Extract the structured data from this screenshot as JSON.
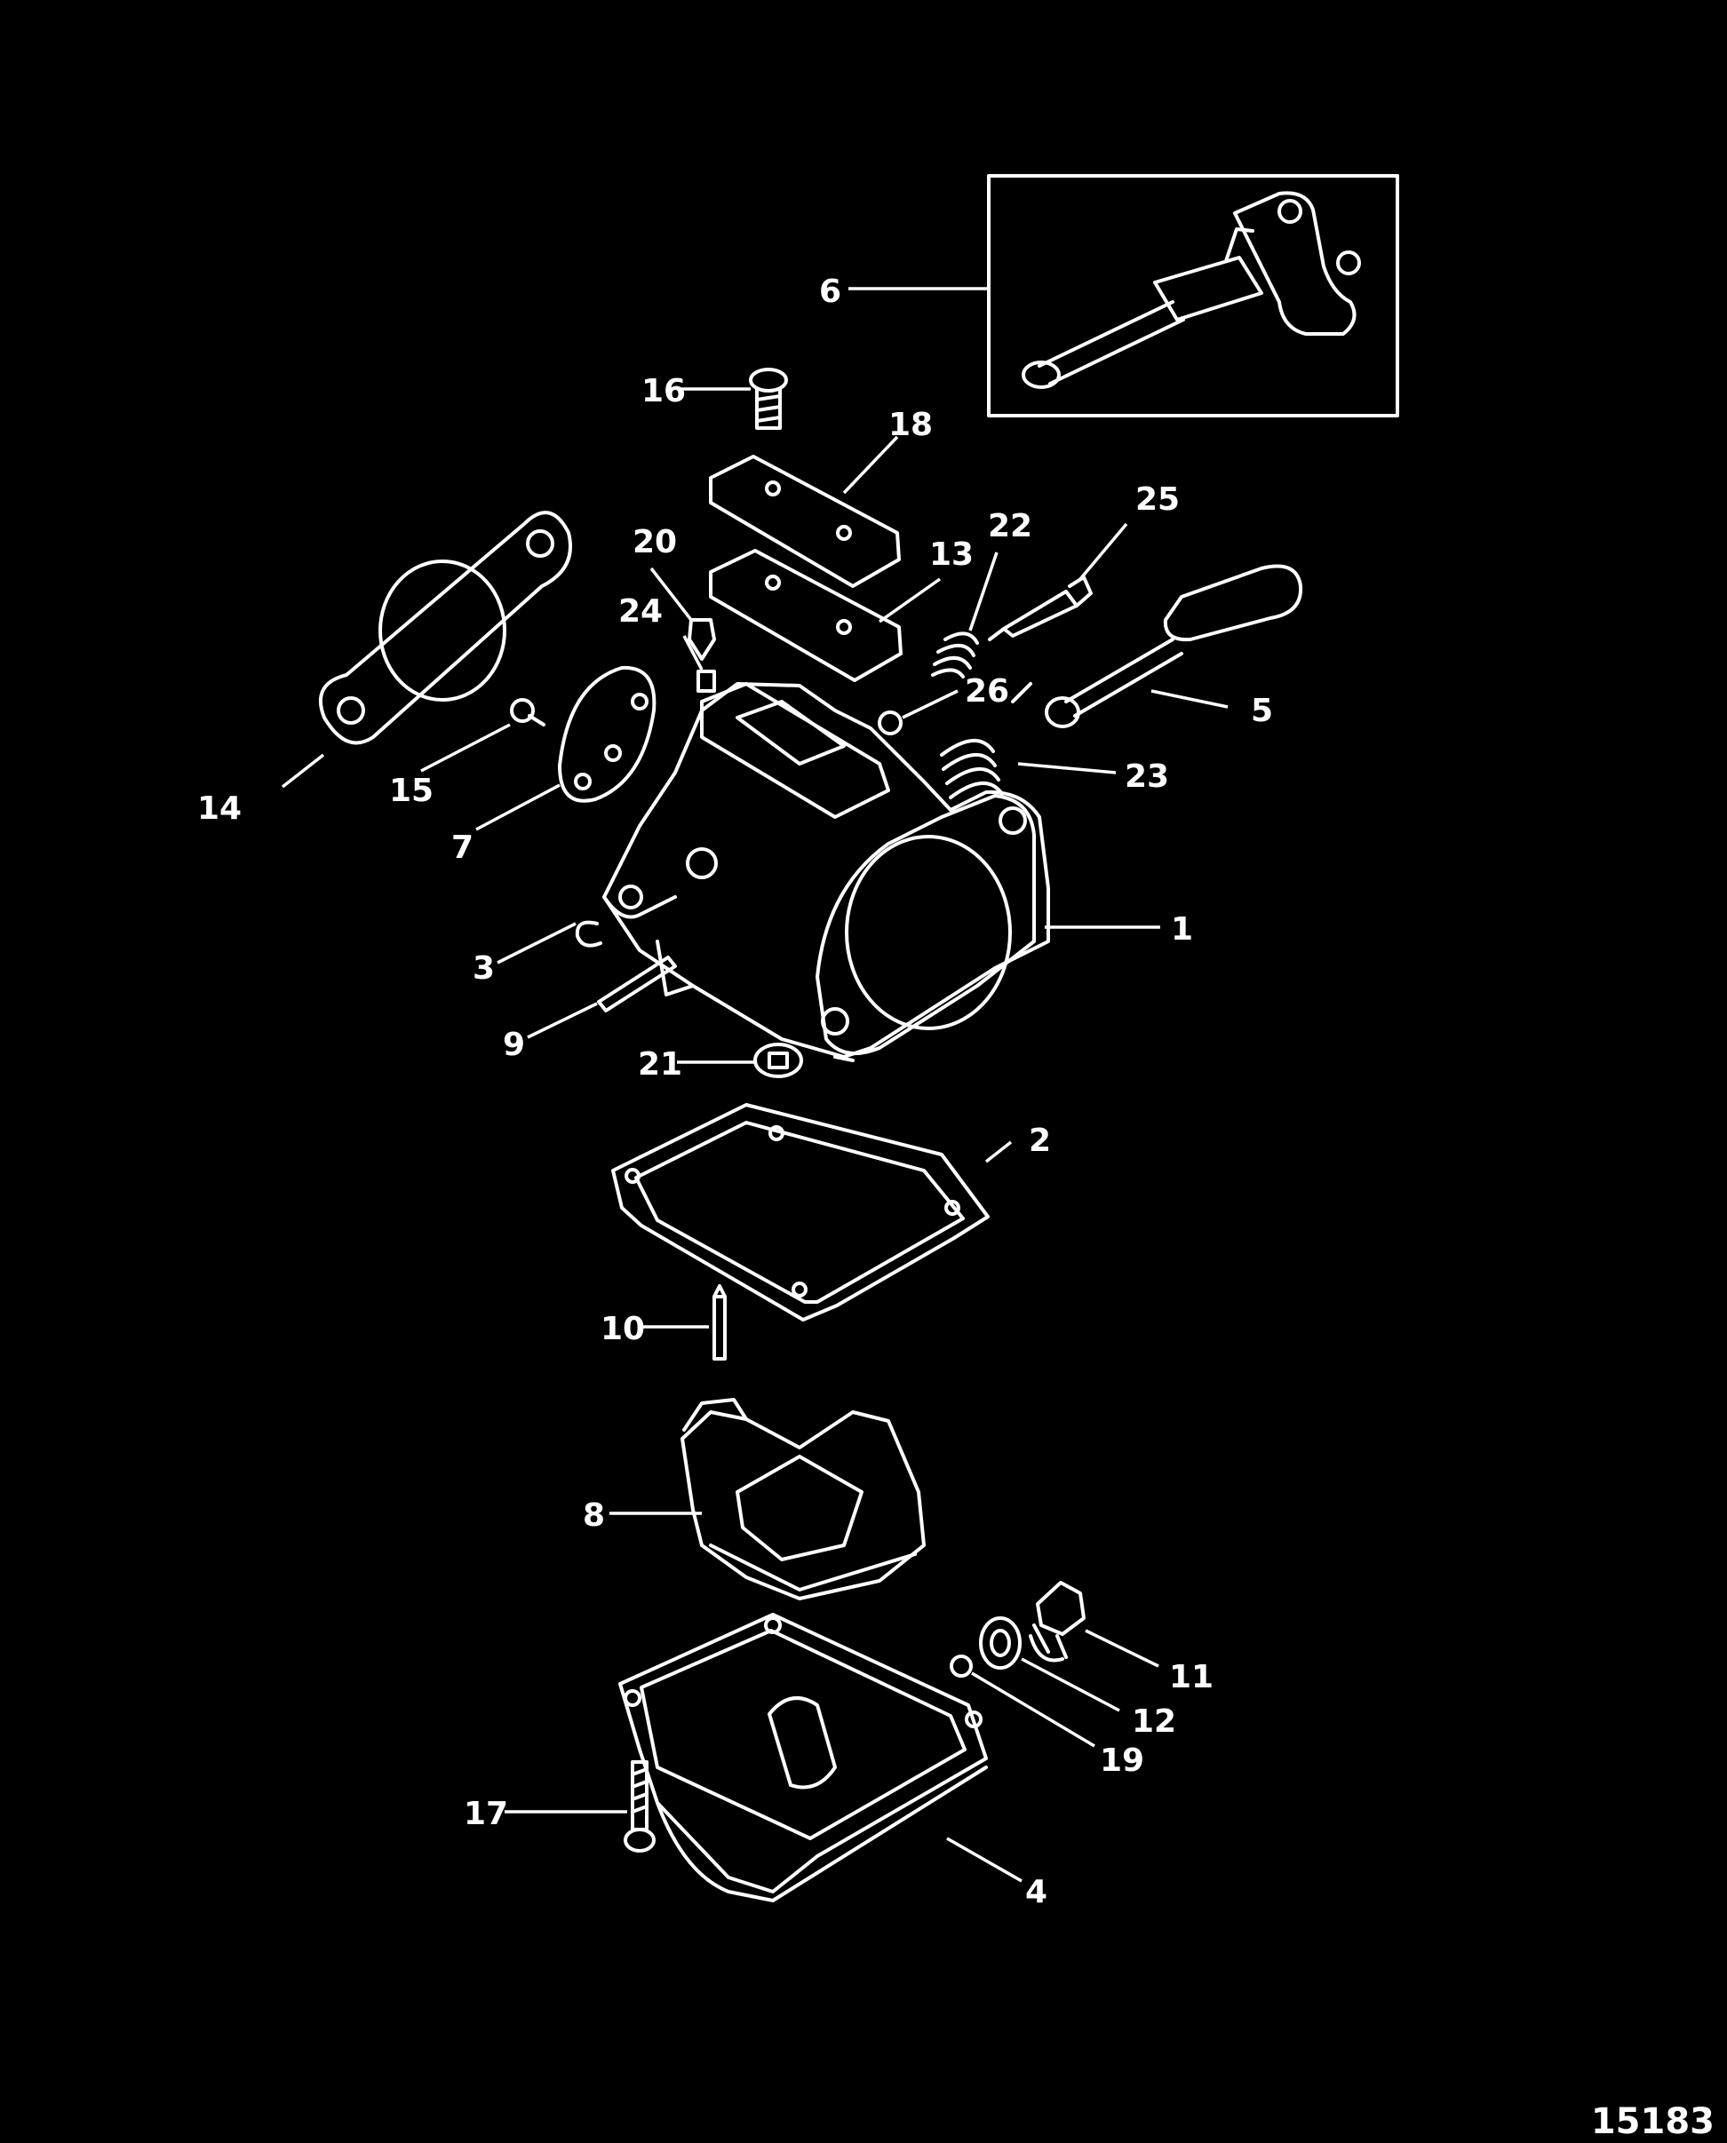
{
  "figure_number": "15183",
  "callouts": [
    "1",
    "2",
    "3",
    "4",
    "5",
    "6",
    "7",
    "8",
    "9",
    "10",
    "11",
    "12",
    "13",
    "14",
    "15",
    "16",
    "17",
    "18",
    "19",
    "20",
    "21",
    "22",
    "23",
    "24",
    "25",
    "26"
  ],
  "colors": {
    "background": "#000000",
    "linework": "#ffffff"
  }
}
